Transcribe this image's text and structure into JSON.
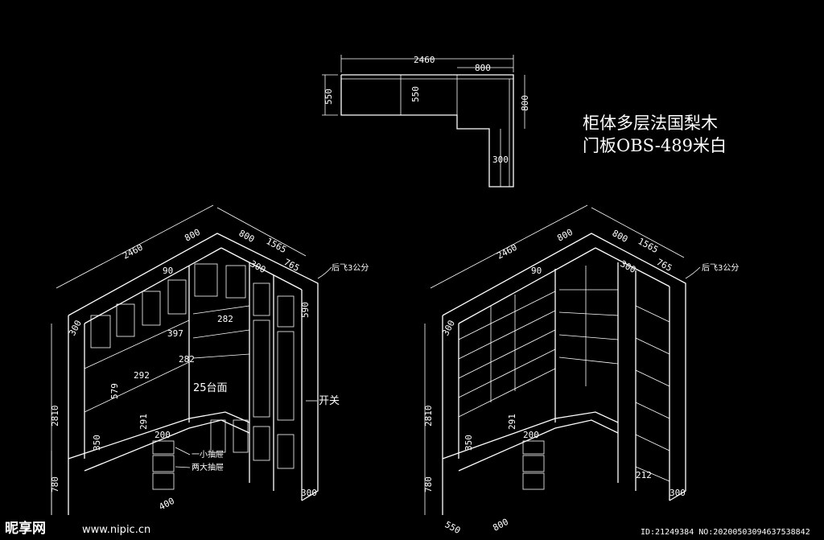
{
  "plan_view": {
    "dim_total_width": "2460",
    "dim_return_width": "800",
    "dim_left_depth": "550",
    "dim_mid_depth": "550",
    "dim_right_depth": "800",
    "dim_leg_depth": "300"
  },
  "notes": {
    "material_line1": "柜体多层法国梨木",
    "material_line2": "门板OBS-489米白"
  },
  "left_view": {
    "dim_width": "2460",
    "dim_return": "800",
    "dim_side_800": "800",
    "dim_side_1565": "1565",
    "dim_90": "90",
    "dim_300_top": "300",
    "dim_765": "765",
    "dim_590": "590",
    "dim_282a": "282",
    "dim_397": "397",
    "dim_292": "292",
    "dim_282b": "282",
    "dim_579": "579",
    "dim_291": "291",
    "dim_350": "350",
    "dim_200": "200",
    "dim_2810": "2810",
    "dim_780": "780",
    "dim_300_left": "300",
    "dim_300_right": "300",
    "dim_400": "400",
    "label_countertop": "25台面",
    "label_switch": "开关",
    "label_small_drawer": "一小抽屉",
    "label_big_drawers": "两大抽屉",
    "label_back_offset": "后飞3公分"
  },
  "right_view": {
    "dim_width": "2460",
    "dim_return": "800",
    "dim_side_800": "800",
    "dim_side_1565": "1565",
    "dim_90": "90",
    "dim_300_top": "300",
    "dim_765": "765",
    "dim_350": "350",
    "dim_291": "291",
    "dim_200": "200",
    "dim_2810": "2810",
    "dim_780": "780",
    "dim_300_left": "300",
    "dim_300_right": "300",
    "dim_212": "212",
    "dim_550": "550",
    "dim_800_bottom": "800",
    "label_back_offset": "后飞3公分"
  },
  "footer": {
    "watermark_brand": "昵享网",
    "watermark_url": "www.nipic.cn",
    "image_id": "ID:21249384 NO:20200503094637538842"
  }
}
